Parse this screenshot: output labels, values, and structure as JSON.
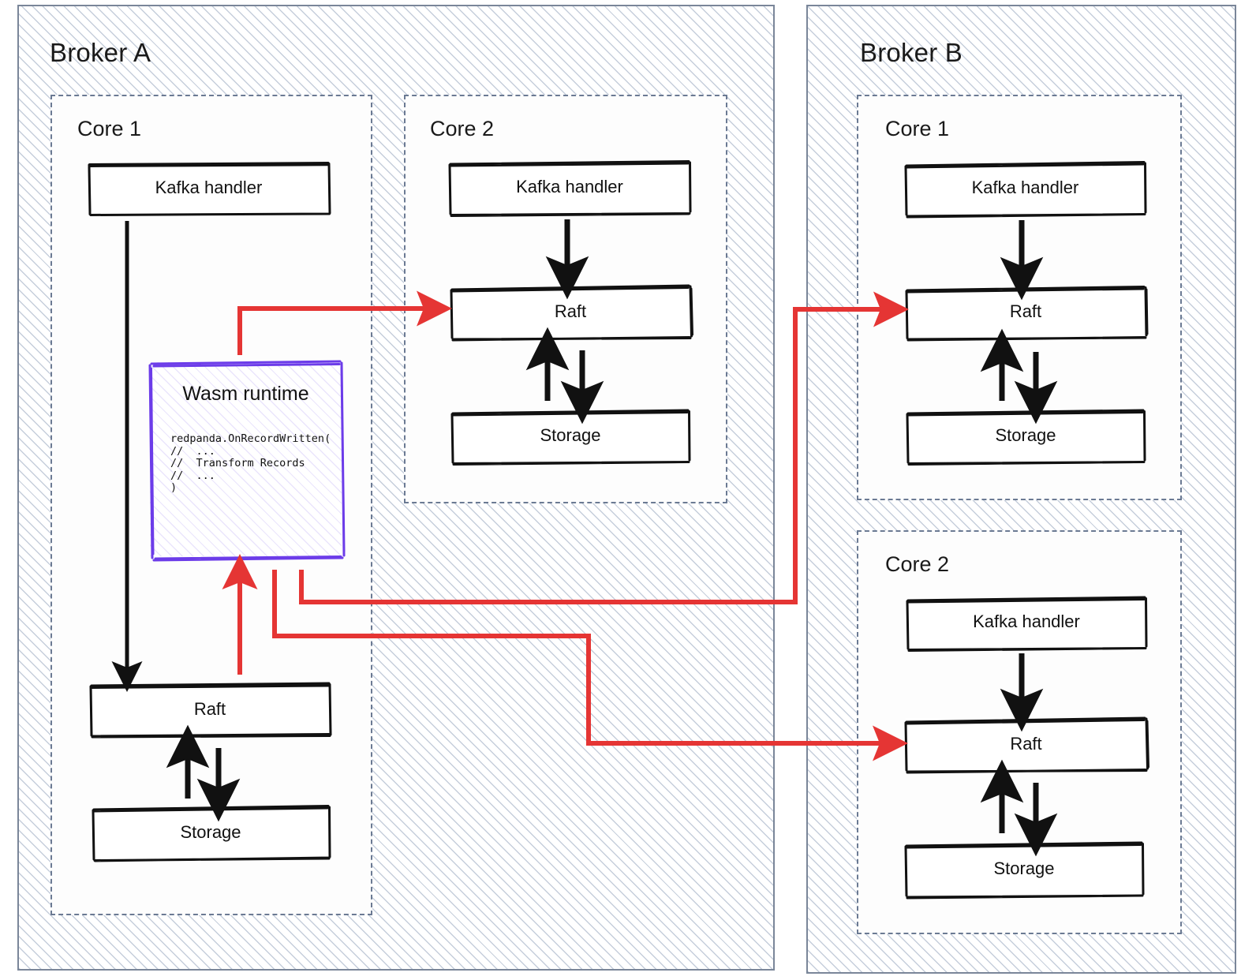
{
  "diagram": {
    "title_a": "Broker A",
    "title_b": "Broker B",
    "core_label_1": "Core 1",
    "core_label_2": "Core 2",
    "node_labels": {
      "kafka_handler": "Kafka handler",
      "raft": "Raft",
      "storage": "Storage",
      "wasm_runtime": "Wasm runtime"
    },
    "wasm_code": "redpanda.OnRecordWritten(\n//  ...\n//  Transform Records\n//  ...\n)",
    "colors": {
      "hatch": "#96a6be",
      "core_border": "#6b7a93",
      "node_stroke": "#111111",
      "wasm_stroke": "#6c3ce9",
      "red_flow": "#e53534",
      "background": "#ffffff"
    }
  },
  "brokers": [
    {
      "name": "Broker A",
      "cores": [
        {
          "name": "Core 1",
          "nodes": [
            "Kafka handler",
            "Wasm runtime",
            "Raft",
            "Storage"
          ]
        },
        {
          "name": "Core 2",
          "nodes": [
            "Kafka handler",
            "Raft",
            "Storage"
          ]
        }
      ]
    },
    {
      "name": "Broker B",
      "cores": [
        {
          "name": "Core 1",
          "nodes": [
            "Kafka handler",
            "Raft",
            "Storage"
          ]
        },
        {
          "name": "Core 2",
          "nodes": [
            "Kafka handler",
            "Raft",
            "Storage"
          ]
        }
      ]
    }
  ],
  "flows": {
    "black": [
      "Broker A Core 1: Kafka handler -> Raft",
      "Broker A Core 1: Raft <-> Storage",
      "Broker A Core 2: Kafka handler -> Raft",
      "Broker A Core 2: Raft <-> Storage",
      "Broker B Core 1: Kafka handler -> Raft",
      "Broker B Core 1: Raft <-> Storage",
      "Broker B Core 2: Kafka handler -> Raft",
      "Broker B Core 2: Raft <-> Storage"
    ],
    "red": [
      "Broker A Core 1: Wasm runtime -> Broker A Core 2 Raft",
      "Broker A Core 1: Raft -> Wasm runtime",
      "Broker A Core 1: Wasm runtime -> Broker B Core 1 Raft",
      "Broker A Core 1: Wasm runtime -> Broker B Core 2 Raft"
    ]
  }
}
